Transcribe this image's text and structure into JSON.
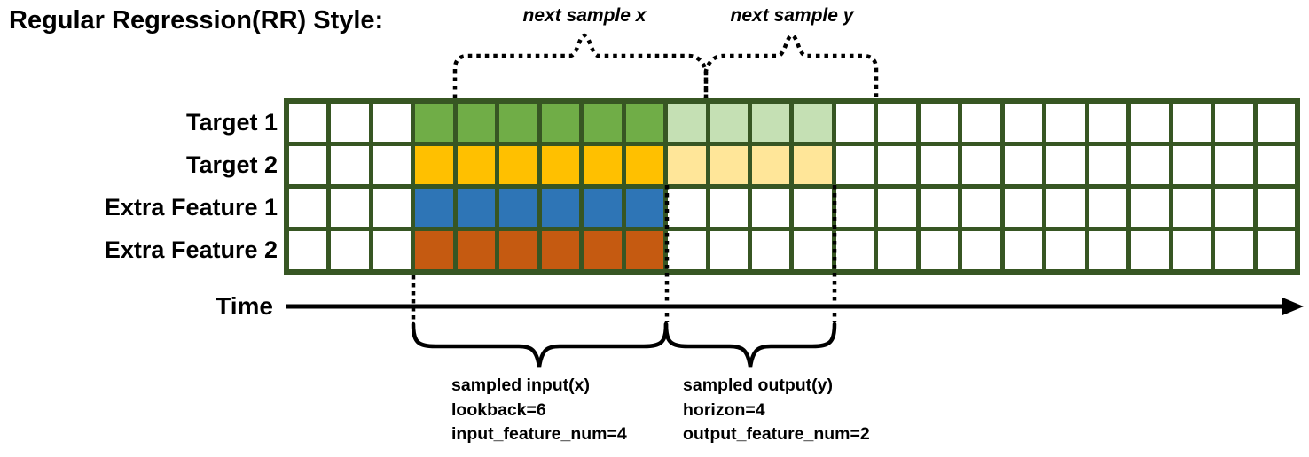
{
  "title": "Regular Regression(RR) Style:",
  "top_braces": [
    {
      "label": "next sample x"
    },
    {
      "label": "next sample y"
    }
  ],
  "grid": {
    "columns": 24,
    "line_color": "#375623",
    "rows": [
      {
        "label": "Target 1",
        "solid_color": "#70AD47",
        "light_color": "#C5E0B4",
        "solid_cols": [
          3,
          8
        ],
        "light_cols": [
          9,
          12
        ]
      },
      {
        "label": "Target 2",
        "solid_color": "#FFC000",
        "light_color": "#FFE699",
        "solid_cols": [
          3,
          8
        ],
        "light_cols": [
          9,
          12
        ]
      },
      {
        "label": "Extra Feature 1",
        "solid_color": "#2E75B6",
        "light_color": null,
        "solid_cols": [
          3,
          8
        ],
        "light_cols": null
      },
      {
        "label": "Extra Feature 2",
        "solid_color": "#C55A11",
        "light_color": null,
        "solid_cols": [
          3,
          8
        ],
        "light_cols": null
      }
    ]
  },
  "time_axis": {
    "label": "Time"
  },
  "bottom": {
    "input": {
      "lines": [
        "sampled input(x)",
        "lookback=6",
        "input_feature_num=4"
      ]
    },
    "output": {
      "lines": [
        "sampled output(y)",
        "horizon=4",
        "output_feature_num=2"
      ]
    }
  },
  "chart_data": {
    "type": "table",
    "title": "Regular Regression(RR) Style sampling window",
    "columns_total": 24,
    "rows": [
      "Target 1",
      "Target 2",
      "Extra Feature 1",
      "Extra Feature 2"
    ],
    "input_window_cols": [
      3,
      8
    ],
    "output_window_cols": [
      9,
      12
    ],
    "next_sample_x_cols": [
      4,
      9
    ],
    "next_sample_y_cols": [
      10,
      13
    ],
    "lookback": 6,
    "horizon": 4,
    "input_feature_num": 4,
    "output_feature_num": 2
  }
}
